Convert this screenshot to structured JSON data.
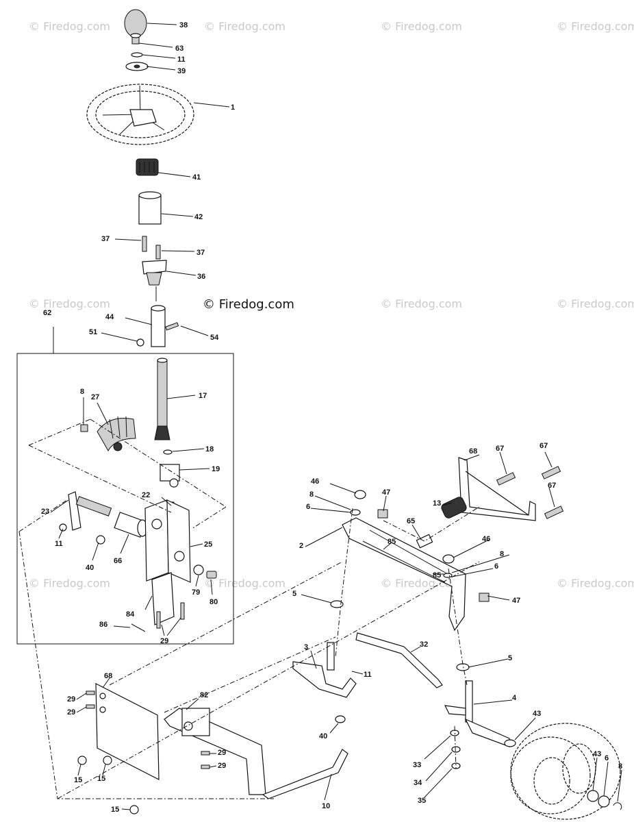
{
  "watermark": "© Firedog.com",
  "copyright": "© Firedog.com",
  "labels": {
    "l38": "38",
    "l63": "63",
    "l11a": "11",
    "l39": "39",
    "l1": "1",
    "l41": "41",
    "l42": "42",
    "l37a": "37",
    "l37b": "37",
    "l36": "36",
    "l44": "44",
    "l51": "51",
    "l54": "54",
    "l62": "62",
    "l17": "17",
    "l8a": "8",
    "l27": "27",
    "l18": "18",
    "l19": "19",
    "l22": "22",
    "l23": "23",
    "l11b": "11",
    "l40a": "40",
    "l66": "66",
    "l25": "25",
    "l79": "79",
    "l80": "80",
    "l84": "84",
    "l86": "86",
    "l29a": "29",
    "l68a": "68",
    "l67a": "67",
    "l67b": "67",
    "l67c": "67",
    "l46a": "46",
    "l8b": "8",
    "l47a": "47",
    "l6a": "6",
    "l13": "13",
    "l65": "65",
    "l85a": "85",
    "l2": "2",
    "l46b": "46",
    "l8c": "8",
    "l85b": "85",
    "l6b": "6",
    "l5a": "5",
    "l47b": "47",
    "l32": "32",
    "l3": "3",
    "l11c": "11",
    "l5b": "5",
    "l4": "4",
    "l68b": "68",
    "l29b": "29",
    "l29c": "29",
    "l82": "82",
    "l40b": "40",
    "l43a": "43",
    "l29d": "29",
    "l29e": "29",
    "l15a": "15",
    "l15b": "15",
    "l33": "33",
    "l43b": "43",
    "l6c": "6",
    "l8d": "8",
    "l15c": "15",
    "l34": "34",
    "l10": "10",
    "l35": "35"
  },
  "colors": {
    "ink": "#111111",
    "watermark": "#c9c9c9",
    "shade": "#cfcfcf"
  }
}
